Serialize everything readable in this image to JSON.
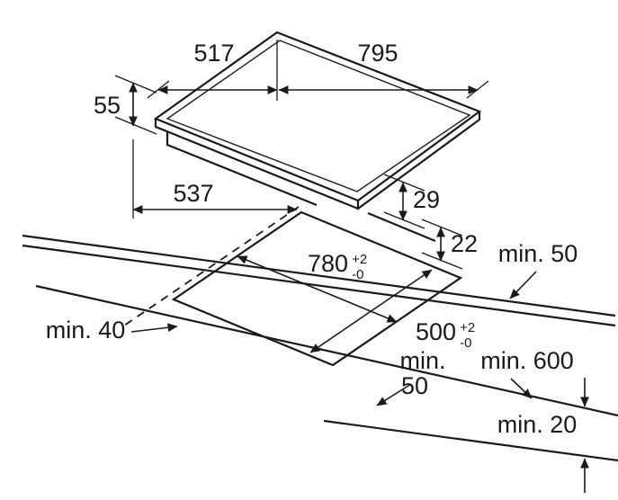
{
  "diagram": {
    "labels": {
      "hob_depth": "517",
      "hob_width": "795",
      "hob_height": "55",
      "hob_total_depth": "537",
      "rear_step": "29",
      "front_step": "22",
      "rear_clearance": "min. 50",
      "side_clearance": "min. 40",
      "cutout_width": {
        "value": "780",
        "tol_upper": "+2",
        "tol_lower": "-0"
      },
      "cutout_depth": {
        "value": "500",
        "tol_upper": "+2",
        "tol_lower": "-0"
      },
      "front_clearance_line1": "min.",
      "front_clearance_line2": "50",
      "worktop_depth": "min. 600",
      "front_edge_gap": "min. 20"
    },
    "colors": {
      "line": "#1a1a1a",
      "background": "#ffffff"
    }
  }
}
